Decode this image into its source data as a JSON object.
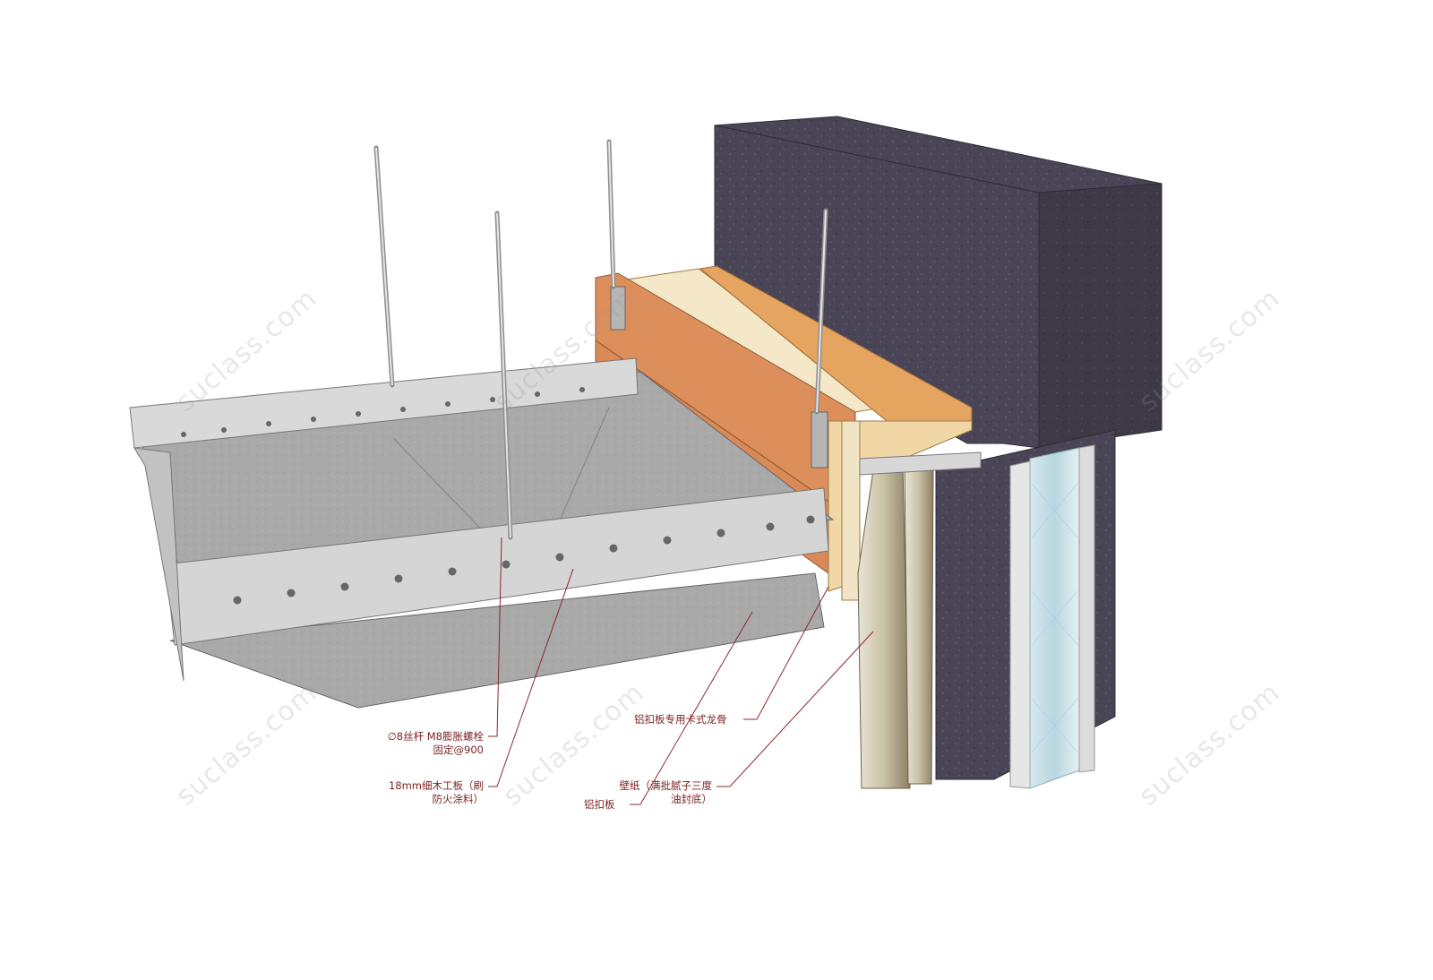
{
  "watermark": "suclass.com",
  "labels": {
    "rod_bolt": {
      "line1": "∅8丝杆 M8膨胀螺栓",
      "line2": "固定@900"
    },
    "plywood": {
      "line1": "18mm细木工板（刷",
      "line2": "防火涂料）"
    },
    "keel": {
      "line1": "铝扣板专用卡式龙骨"
    },
    "wallpaper": {
      "line1": "壁纸（满批腻子三度",
      "line2": "油封底）"
    },
    "aluminum_panel": {
      "line1": "铝扣板"
    }
  },
  "colors": {
    "concrete": "#4b4656",
    "steel": "#c9c9c9",
    "wood": "#d9895a",
    "plywood_edge": "#f2d7a6",
    "leader": "#8a2a2a"
  }
}
